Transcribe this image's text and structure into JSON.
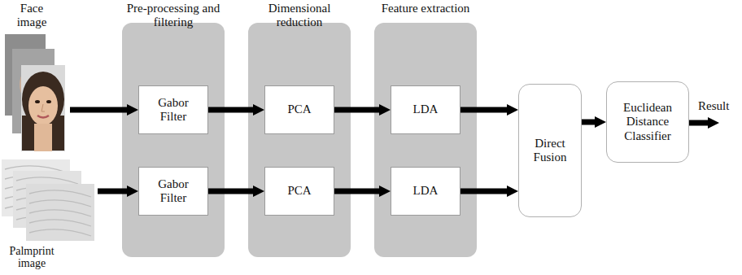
{
  "diagram": {
    "nodes": [
      {
        "text": [
          "Face image"
        ]
      },
      {
        "text": [
          "Palmprint image"
        ]
      },
      {
        "text": [
          "Pre-processing and filtering"
        ]
      },
      {
        "text": [
          "Gabor Filter"
        ],
        "in": 2
      },
      {
        "text": [
          "Gabor Filter"
        ],
        "in": 2
      },
      {
        "text": [
          "Dimensional reduction"
        ]
      },
      {
        "text": [
          "PCA"
        ],
        "in": 5
      },
      {
        "text": [
          "PCA"
        ],
        "in": 5
      },
      {
        "text": [
          "Feature extraction"
        ]
      },
      {
        "text": [
          "LDA"
        ],
        "in": 8
      },
      {
        "text": [
          "LDA"
        ],
        "in": 8
      },
      {
        "text": [
          "Direct Fusion"
        ]
      },
      {
        "text": [
          "Euclidean Distance Classifier"
        ]
      }
    ],
    "edges": [
      {
        "from": 0,
        "to": 3,
        "arrow": "to"
      },
      {
        "from": 1,
        "to": 4,
        "arrow": "to"
      },
      {
        "from": 3,
        "to": 6,
        "arrow": "to"
      },
      {
        "from": 4,
        "to": 7,
        "arrow": "to"
      },
      {
        "from": 6,
        "to": 9,
        "arrow": "to"
      },
      {
        "from": 7,
        "to": 10,
        "arrow": "to"
      },
      {
        "from": 9,
        "to": 11,
        "arrow": "to"
      },
      {
        "from": 10,
        "to": 11,
        "arrow": "to"
      },
      {
        "from": 11,
        "to": 12,
        "arrow": "to"
      }
    ],
    "labels": [
      "Result"
    ]
  }
}
